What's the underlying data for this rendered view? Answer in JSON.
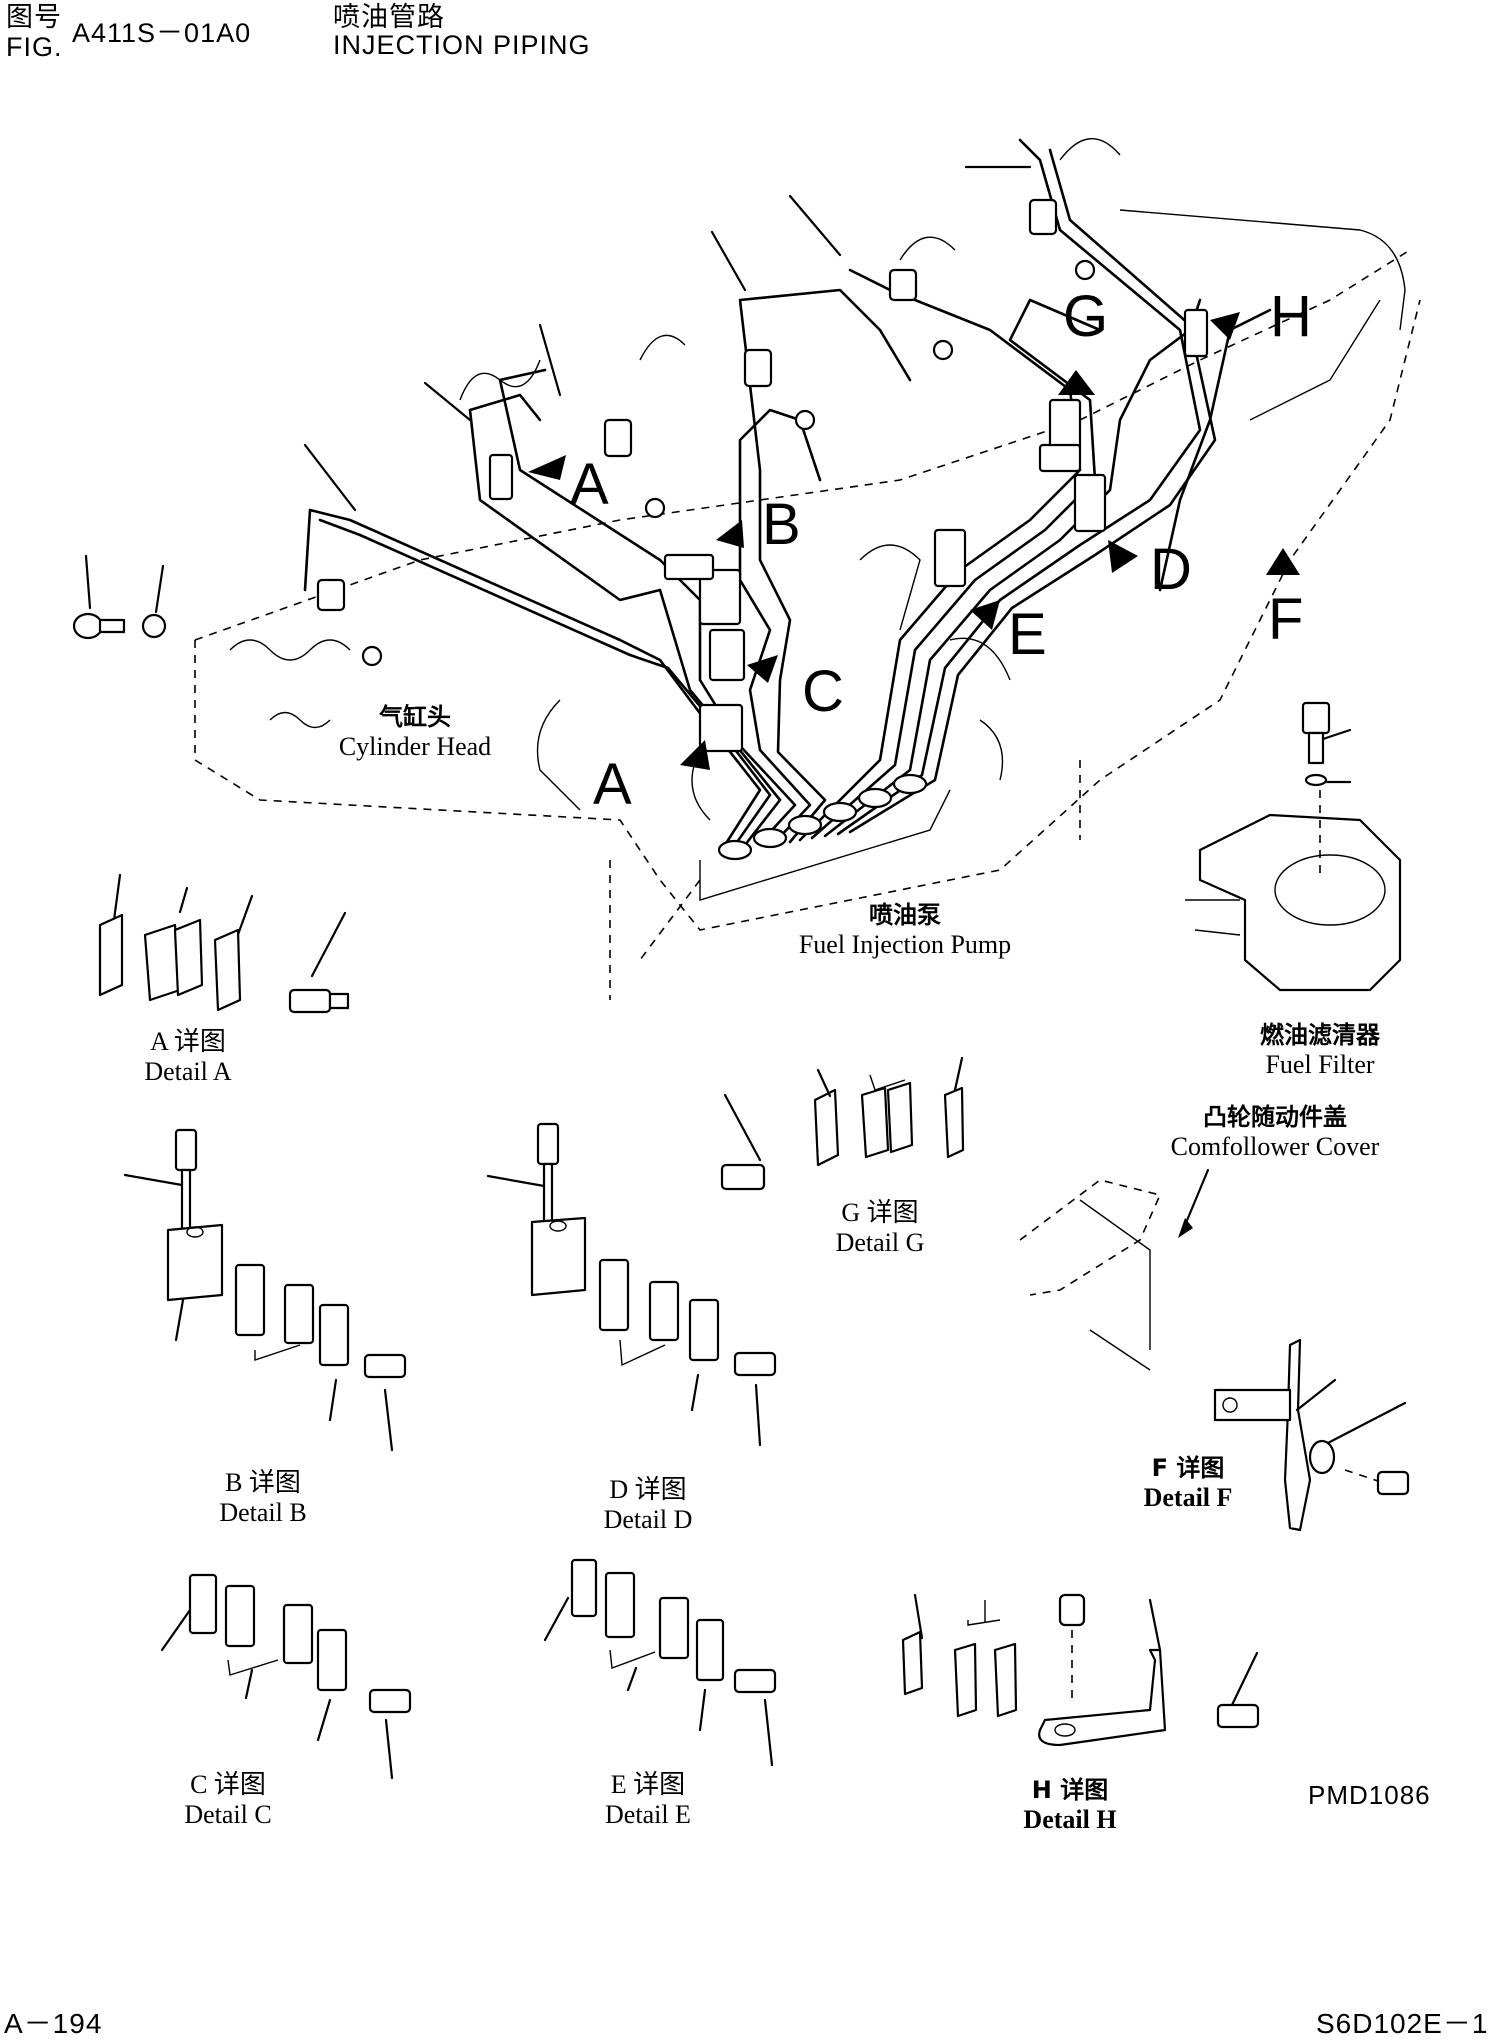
{
  "header": {
    "fig_cn": "图号",
    "fig_label": "FIG.",
    "fig_number": "A411S－01A0",
    "title_cn": "喷油管路",
    "title_en": "INJECTION PIPING"
  },
  "callouts": {
    "a1": "A",
    "b": "B",
    "c": "C",
    "a2": "A",
    "d": "D",
    "e": "E",
    "f": "F",
    "g": "G",
    "h": "H"
  },
  "labels": {
    "cylinder_head_cn": "气缸头",
    "cylinder_head_en": "Cylinder Head",
    "pump_cn": "喷油泵",
    "pump_en": "Fuel Injection Pump",
    "filter_cn": "燃油滤清器",
    "filter_en": "Fuel Filter",
    "cover_cn": "凸轮随动件盖",
    "cover_en": "Comfollower Cover"
  },
  "details": {
    "a": {
      "cn": "A 详图",
      "en": "Detail A"
    },
    "b": {
      "cn": "B 详图",
      "en": "Detail B"
    },
    "c": {
      "cn": "C 详图",
      "en": "Detail C"
    },
    "d": {
      "cn": "D 详图",
      "en": "Detail D"
    },
    "e": {
      "cn": "E 详图",
      "en": "Detail E"
    },
    "f": {
      "cn": "F 详图",
      "en": "Detail F"
    },
    "g": {
      "cn": "G 详图",
      "en": "Detail G"
    },
    "h": {
      "cn": "H 详图",
      "en": "Detail H"
    }
  },
  "drawing_code": "PMD1086",
  "footer": {
    "page": "A－194",
    "model": "S6D102E－1"
  }
}
